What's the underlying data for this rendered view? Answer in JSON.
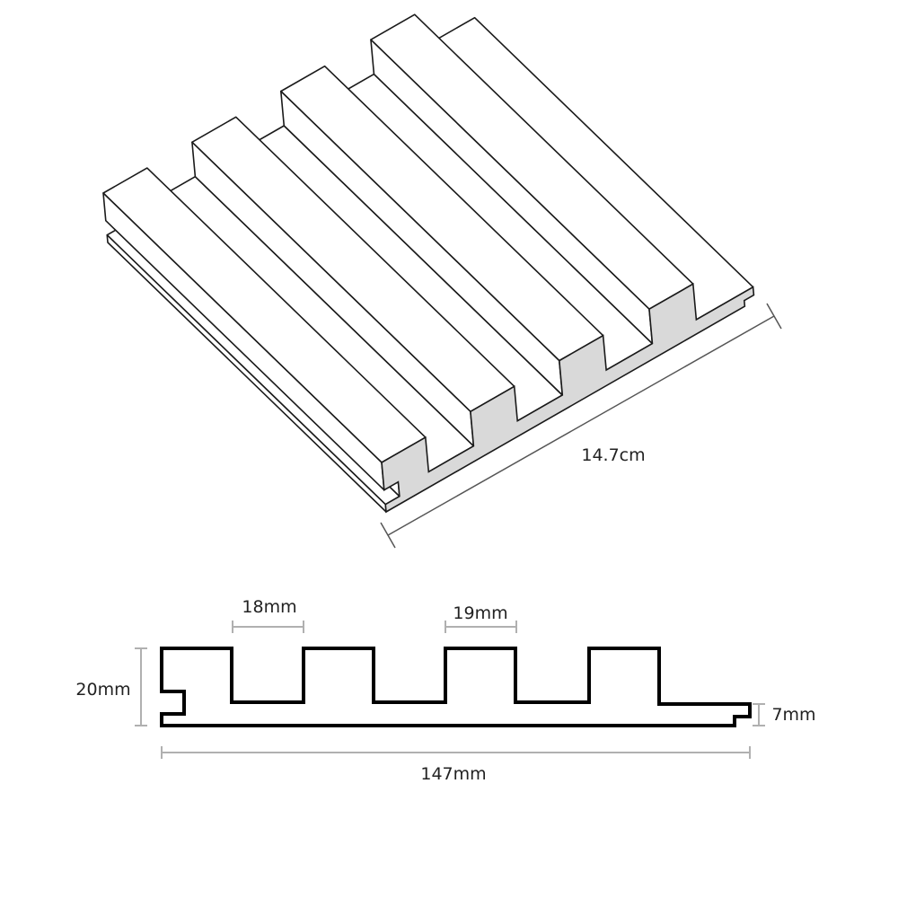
{
  "iso_view": {
    "length_label": "14.7cm",
    "face_color": "#ffffff",
    "section_color": "#d9d9d9",
    "line_color": "#1a1a1a"
  },
  "profile_view": {
    "height_label": "20mm",
    "groove_width_label": "18mm",
    "rib_width_label": "19mm",
    "base_thickness_label": "7mm",
    "total_width_label": "147mm",
    "dimension_color": "#b0b0b0"
  }
}
